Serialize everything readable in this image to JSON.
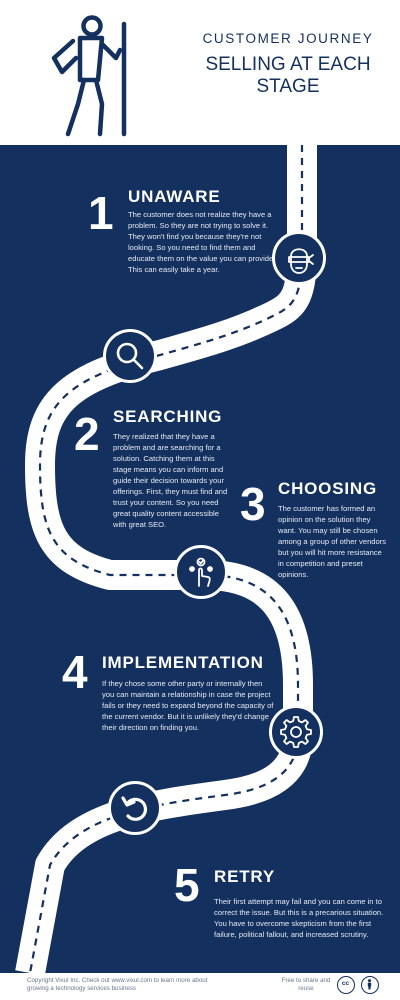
{
  "header": {
    "kicker": "CUSTOMER JOURNEY",
    "title": "SELLING AT EACH STAGE",
    "icon": "hiker-icon"
  },
  "stages": [
    {
      "number": "1",
      "title": "UNAWARE",
      "text": "The customer does not realize they have a problem. So they are not trying to solve it. They won't find you because they're not looking. So you need to find them and educate them on the value you can provide. This can easily take a year.",
      "icon": "blindfolded-face-icon"
    },
    {
      "number": "2",
      "title": "SEARCHING",
      "text": "They realized that they have a problem and are searching for a solution. Catching them at this stage means you can inform and guide their decision towards your offerings. First, they must find and trust your content. So you need great quality content accessible with great SEO.",
      "icon": "magnifier-icon"
    },
    {
      "number": "3",
      "title": "CHOOSING",
      "text": "The customer has formed an opinion on the solution they want. You may still be chosen among a group of other vendors but you will hit more resistance in competition and preset opinions.",
      "icon": "hand-choosing-icon"
    },
    {
      "number": "4",
      "title": "IMPLEMENTATION",
      "text": "If they chose some other party or internally then you can maintain a relationship in case the project fails or they need to expand beyond the capacity of the current vendor. But it is unlikely they'd change their direction on finding you.",
      "icon": "gear-icon"
    },
    {
      "number": "5",
      "title": "RETRY",
      "text": "Their first attempt may fail and you can come in to correct the issue. But this is a precarious situation. You have to overcome skepticism from the first failure, political fallout, and increased scrutiny.",
      "icon": "retry-arrow-icon"
    }
  ],
  "footer": {
    "copyright": "Copyright Vixul Inc. Check out www.vixul.com to learn more about growing a technology services business",
    "share": "Free to share and reuse",
    "cc_badge": "cc",
    "icons": [
      "creative-commons-icon",
      "attribution-person-icon"
    ]
  }
}
